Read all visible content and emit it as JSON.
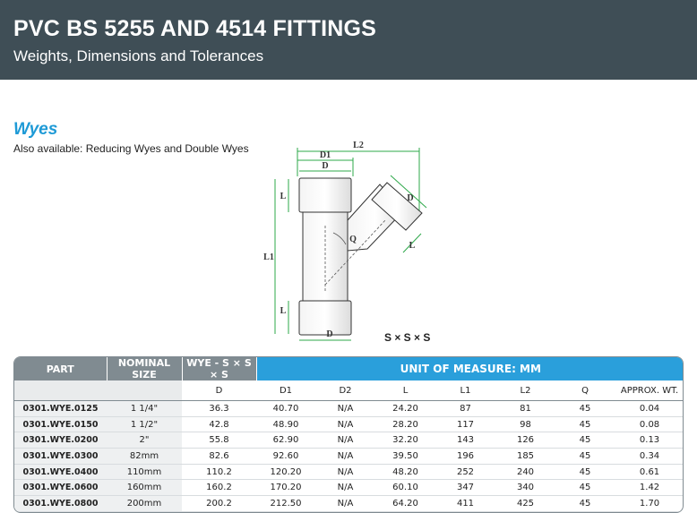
{
  "header": {
    "title": "PVC BS 5255 AND 4514 FITTINGS",
    "subtitle": "Weights, Dimensions and Tolerances"
  },
  "section": {
    "title": "Wyes",
    "subtitle": "Also available: Reducing Wyes and Double Wyes"
  },
  "diagram": {
    "labels": {
      "l2": "L2",
      "d1": "D1",
      "d_top": "D",
      "d_branch": "D",
      "d_bottom": "D",
      "l_top": "L",
      "l_branch": "L",
      "l1": "L1",
      "l_bottom": "L",
      "q": "Q"
    },
    "variant": "S × S × S"
  },
  "table": {
    "header_row1": {
      "part": "PART",
      "nominal": "NOMINAL SIZE",
      "wye": "WYE - S × S × S",
      "uom": "UNIT OF MEASURE:  MM"
    },
    "header_row2": [
      "",
      "",
      "D",
      "D1",
      "D2",
      "L",
      "L1",
      "L2",
      "Q",
      "APPROX. WT."
    ],
    "rows": [
      [
        "0301.WYE.0125",
        "1 1/4\"",
        "36.3",
        "40.70",
        "N/A",
        "24.20",
        "87",
        "81",
        "45",
        "0.04"
      ],
      [
        "0301.WYE.0150",
        "1 1/2\"",
        "42.8",
        "48.90",
        "N/A",
        "28.20",
        "117",
        "98",
        "45",
        "0.08"
      ],
      [
        "0301.WYE.0200",
        "2\"",
        "55.8",
        "62.90",
        "N/A",
        "32.20",
        "143",
        "126",
        "45",
        "0.13"
      ],
      [
        "0301.WYE.0300",
        "82mm",
        "82.6",
        "92.60",
        "N/A",
        "39.50",
        "196",
        "185",
        "45",
        "0.34"
      ],
      [
        "0301.WYE.0400",
        "110mm",
        "110.2",
        "120.20",
        "N/A",
        "48.20",
        "252",
        "240",
        "45",
        "0.61"
      ],
      [
        "0301.WYE.0600",
        "160mm",
        "160.2",
        "170.20",
        "N/A",
        "60.10",
        "347",
        "340",
        "45",
        "1.42"
      ],
      [
        "0301.WYE.0800",
        "200mm",
        "200.2",
        "212.50",
        "N/A",
        "64.20",
        "411",
        "425",
        "45",
        "1.70"
      ]
    ]
  },
  "colors": {
    "banner": "#3f4e56",
    "accent": "#2a9fdb",
    "header_grey": "#808b91",
    "dimension_green": "#2ea84a",
    "section_title": "#1e9ad6"
  }
}
